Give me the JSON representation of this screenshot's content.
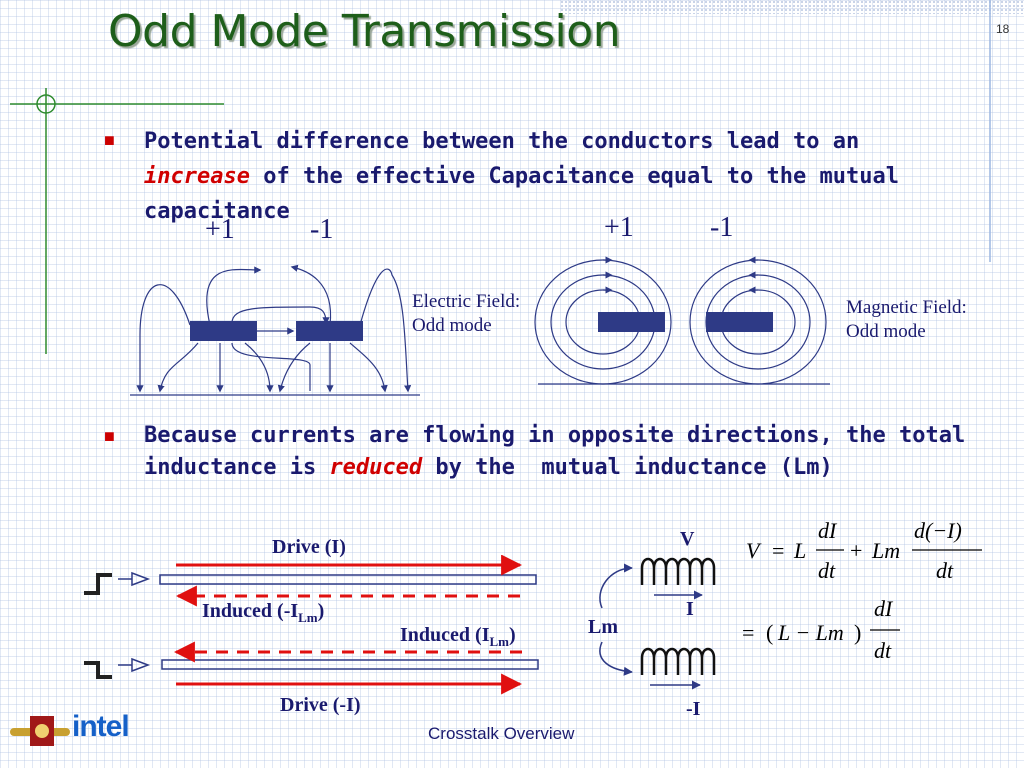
{
  "slide": {
    "title": "Odd Mode Transmission",
    "page_number": "18",
    "footer": "Crosstalk Overview",
    "logo_text": "intel"
  },
  "bullets": [
    {
      "line1": "Potential difference between the conductors lead to an",
      "emphasis": "increase",
      "line2_rest": " of the effective Capacitance equal to the mutual",
      "line3": "capacitance"
    },
    {
      "line1": "Because currents are flowing in opposite directions, the total",
      "line2_start": "inductance is ",
      "emphasis": "reduced",
      "line2_end": " by the  mutual inductance (Lm)"
    }
  ],
  "electric_field": {
    "plus_label": "+1",
    "minus_label": "-1",
    "caption_line1": "Electric Field:",
    "caption_line2": "Odd mode"
  },
  "magnetic_field": {
    "plus_label": "+1",
    "minus_label": "-1",
    "caption_line1": "Magnetic Field:",
    "caption_line2": "Odd mode"
  },
  "lines_diagram": {
    "drive_top": "Drive (I)",
    "induced_neg_prefix": "Induced (-I",
    "induced_neg_sub": "Lm",
    "induced_neg_suffix": ")",
    "induced_pos_prefix": "Induced (I",
    "induced_pos_sub": "Lm",
    "induced_pos_suffix": ")",
    "drive_bottom": "Drive (-I)"
  },
  "inductor_diagram": {
    "v_label": "V",
    "i_label": "I",
    "lm_label": "Lm",
    "neg_i_label": "-I"
  },
  "colors": {
    "title": "#1e5e1a",
    "text": "#1a1a6e",
    "emphasis": "#d00000",
    "conductor": "#2e3a86",
    "arrow_red": "#e01010"
  }
}
